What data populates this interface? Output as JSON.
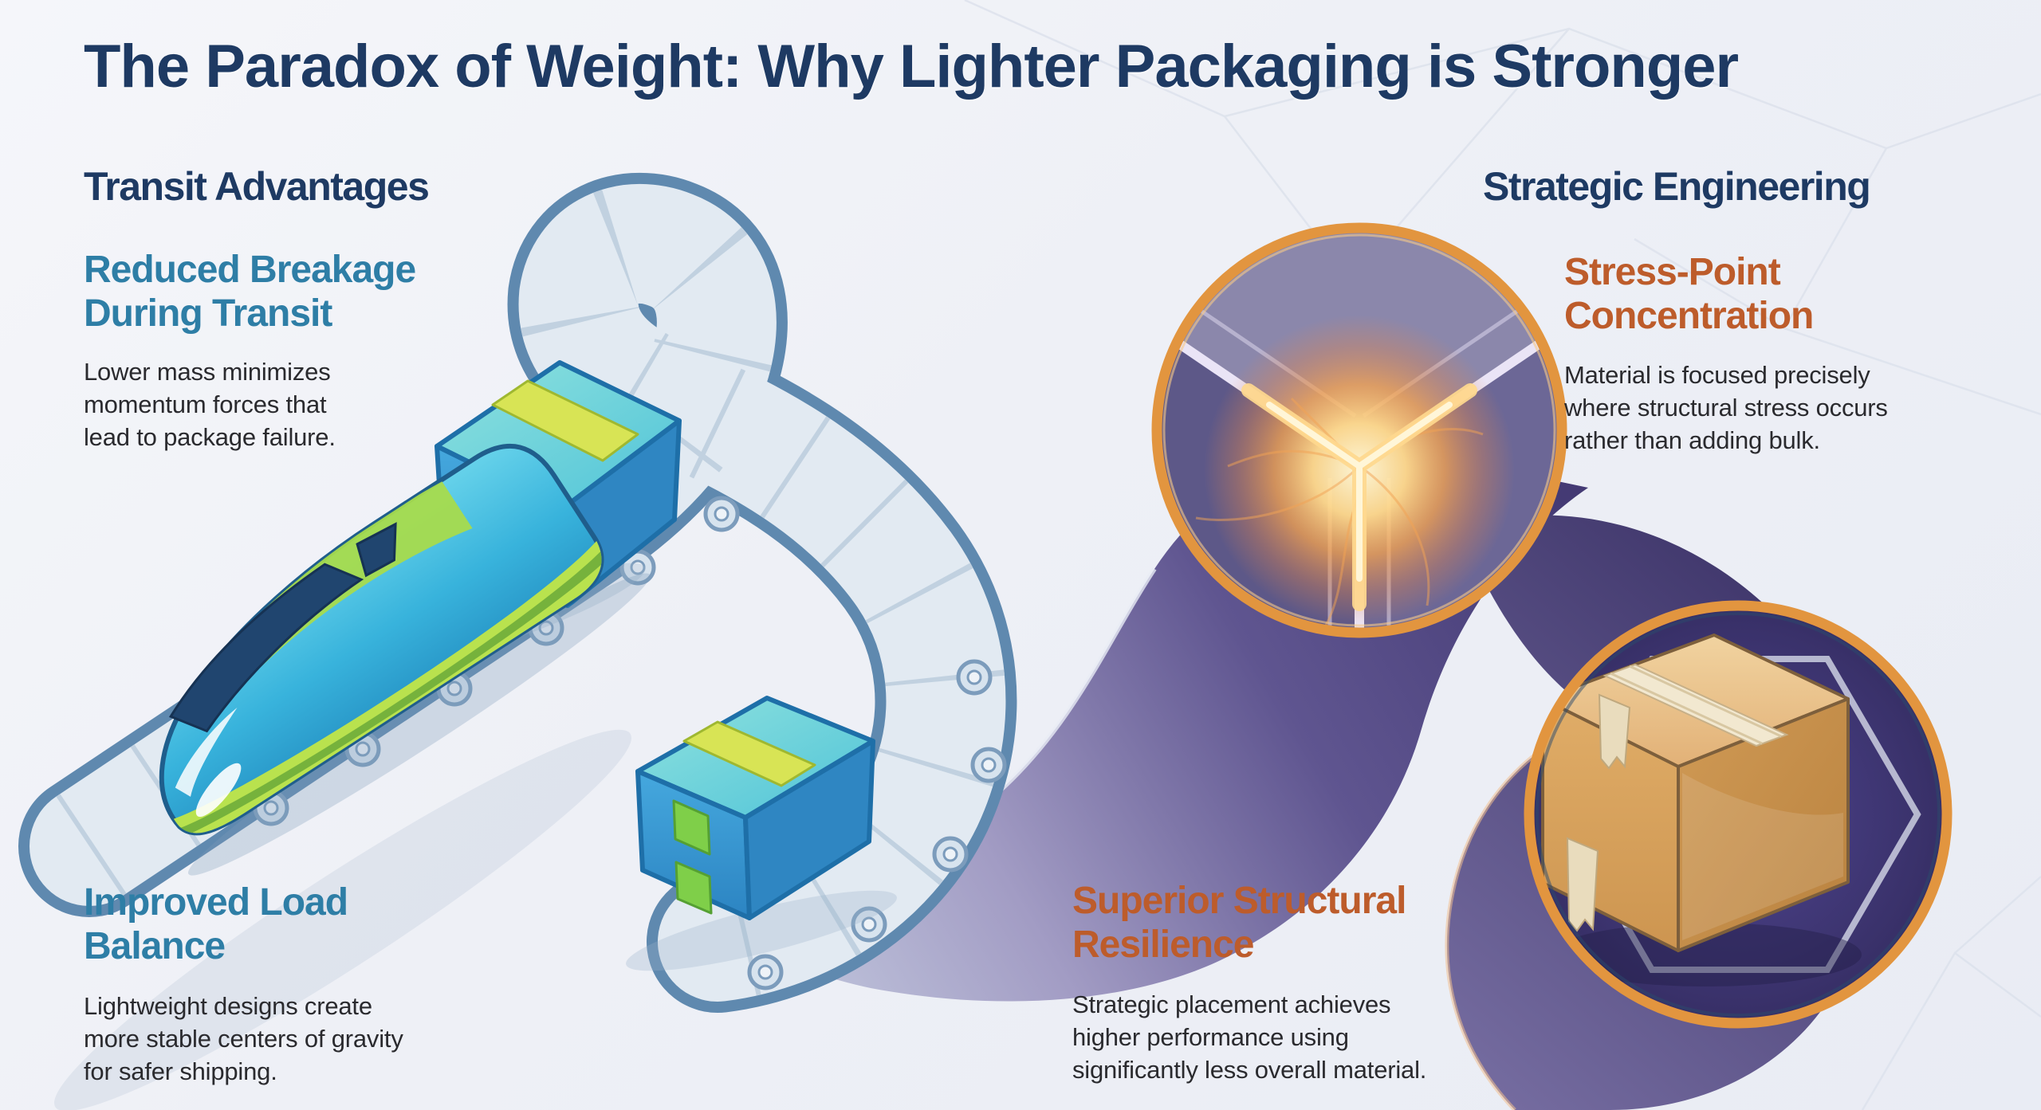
{
  "title": "The Paradox of Weight: Why Lighter Packaging is Stronger",
  "left_section": {
    "heading": "Transit Advantages",
    "items": [
      {
        "heading": "Reduced Breakage\nDuring Transit",
        "body": "Lower mass minimizes\nmomentum forces that\nlead to package failure."
      },
      {
        "heading": "Improved Load\nBalance",
        "body": "Lightweight designs create\nmore stable centers of gravity\nfor safer shipping."
      }
    ]
  },
  "right_section": {
    "heading": "Strategic Engineering",
    "items": [
      {
        "heading": "Stress-Point\nConcentration",
        "body": "Material is focused precisely\nwhere structural stress occurs\nrather than adding bulk."
      },
      {
        "heading": "Superior Structural\nResilience",
        "body": "Strategic placement achieves\nhigher performance using\nsignificantly less overall material."
      }
    ]
  },
  "illustration": {
    "train_icon": "bullet-train",
    "conveyor_icon": "winding-conveyor-belt",
    "package_icon": "lightweight-package",
    "stress_circle_icon": "box-corner-stress-glow",
    "box_circle_icon": "cardboard-box"
  },
  "colors": {
    "navy": "#1e3a63",
    "teal": "#2e7ea6",
    "orange": "#bd5c2b",
    "body_text": "#2a2a2e",
    "accent_ring": "#e2953f",
    "belt_blue": "#e2eaf2",
    "ribbon_purple": "#4a4078",
    "background": "#eef0f6"
  }
}
